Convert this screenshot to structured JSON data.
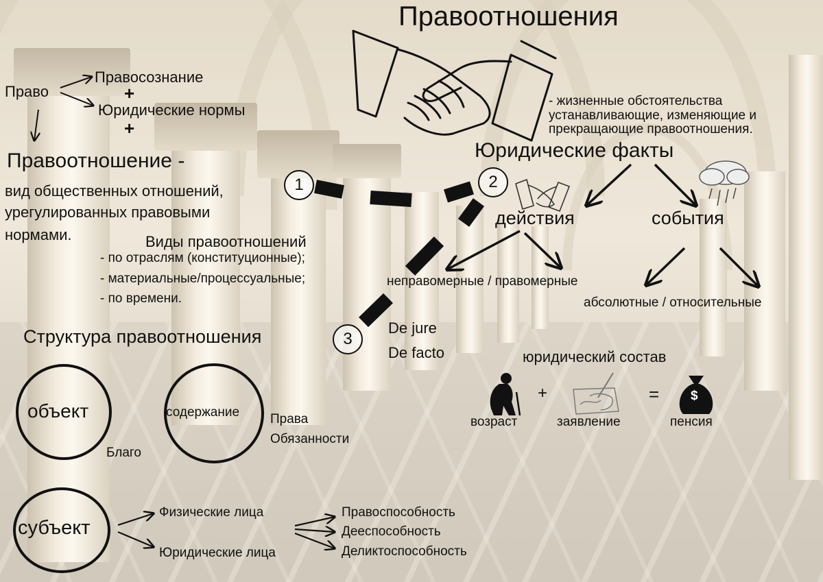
{
  "title": "Правоотношения",
  "pravo": {
    "root": "Право",
    "branch1": "Правосознание",
    "branch2": "Юридические нормы",
    "plus": "+"
  },
  "definition": {
    "heading": "Правоотношение -",
    "lines": [
      "вид общественных отношений,",
      "урегулированных правовыми",
      "нормами."
    ]
  },
  "types": {
    "heading": "Виды правоотношений",
    "items": [
      "- по отраслям (конституционные);",
      "- материальные/процессуальные;",
      "- по времени."
    ]
  },
  "facts": {
    "heading": "Юридические факты",
    "description": [
      "- жизненные обстоятельства",
      "устанавливающие, изменяющие и",
      "прекращающие правоотношения."
    ],
    "actions": "действия",
    "events": "события",
    "actions_sub": "неправомерные / правомерные",
    "events_sub": "абсолютные / относительные"
  },
  "numbers": [
    "1",
    "2",
    "3"
  ],
  "structure": {
    "heading": "Структура правоотношения",
    "object": "объект",
    "object_note": "Благо",
    "content": "содержание",
    "content_note1": "Права",
    "content_note2": "Обязанности",
    "subject": "субъект",
    "persons": [
      "Физические лица",
      "Юридические лица"
    ],
    "capacities": [
      "Правоспособность",
      "Дееспособность",
      "Деликтоспособность"
    ]
  },
  "dejure": [
    "De jure",
    "De facto"
  ],
  "composition": {
    "heading": "юридический состав",
    "items": [
      "возраст",
      "заявление",
      "пенсия"
    ],
    "plus": "+",
    "equals": "=",
    "money_symbol": "$"
  },
  "icons": [
    "handshake-icon",
    "small-handshake-icon",
    "rain-cloud-icon",
    "elderly-person-icon",
    "signing-hand-icon",
    "money-bag-icon"
  ]
}
